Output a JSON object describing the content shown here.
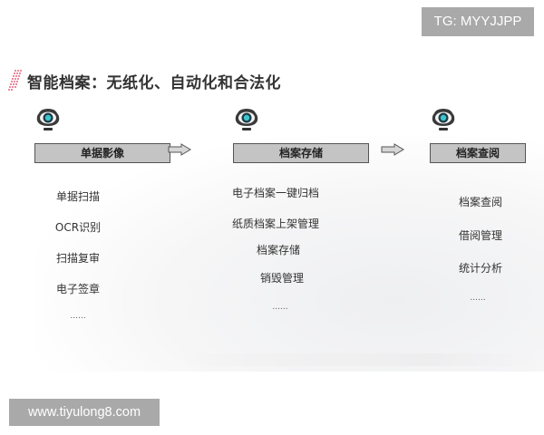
{
  "watermarks": {
    "top": "TG: MYYJJPP",
    "bottom": "www.tiyulong8.com"
  },
  "header": {
    "title": "智能档案：无纸化、自动化和合法化",
    "accent_color": "#e0335a"
  },
  "stages": [
    {
      "label": "单据影像",
      "icon": "camera-icon",
      "items": [
        "单据扫描",
        "OCR识别",
        "扫描复审",
        "电子签章",
        "......"
      ]
    },
    {
      "label": "档案存储",
      "icon": "camera-icon",
      "items": [
        "电子档案一键归档",
        "纸质档案上架管理",
        "档案存储",
        "销毁管理",
        "......"
      ]
    },
    {
      "label": "档案查阅",
      "icon": "camera-icon",
      "items": [
        "档案查阅",
        "借阅管理",
        "统计分析",
        "......"
      ]
    }
  ],
  "arrows": [
    "arrow-right-icon",
    "arrow-right-icon"
  ],
  "colors": {
    "stage_box_fill": "#c4c4c4",
    "stage_box_border": "#555555",
    "camera_lens": "#3cc6cf",
    "watermark_bg": "#a9a9a9"
  }
}
